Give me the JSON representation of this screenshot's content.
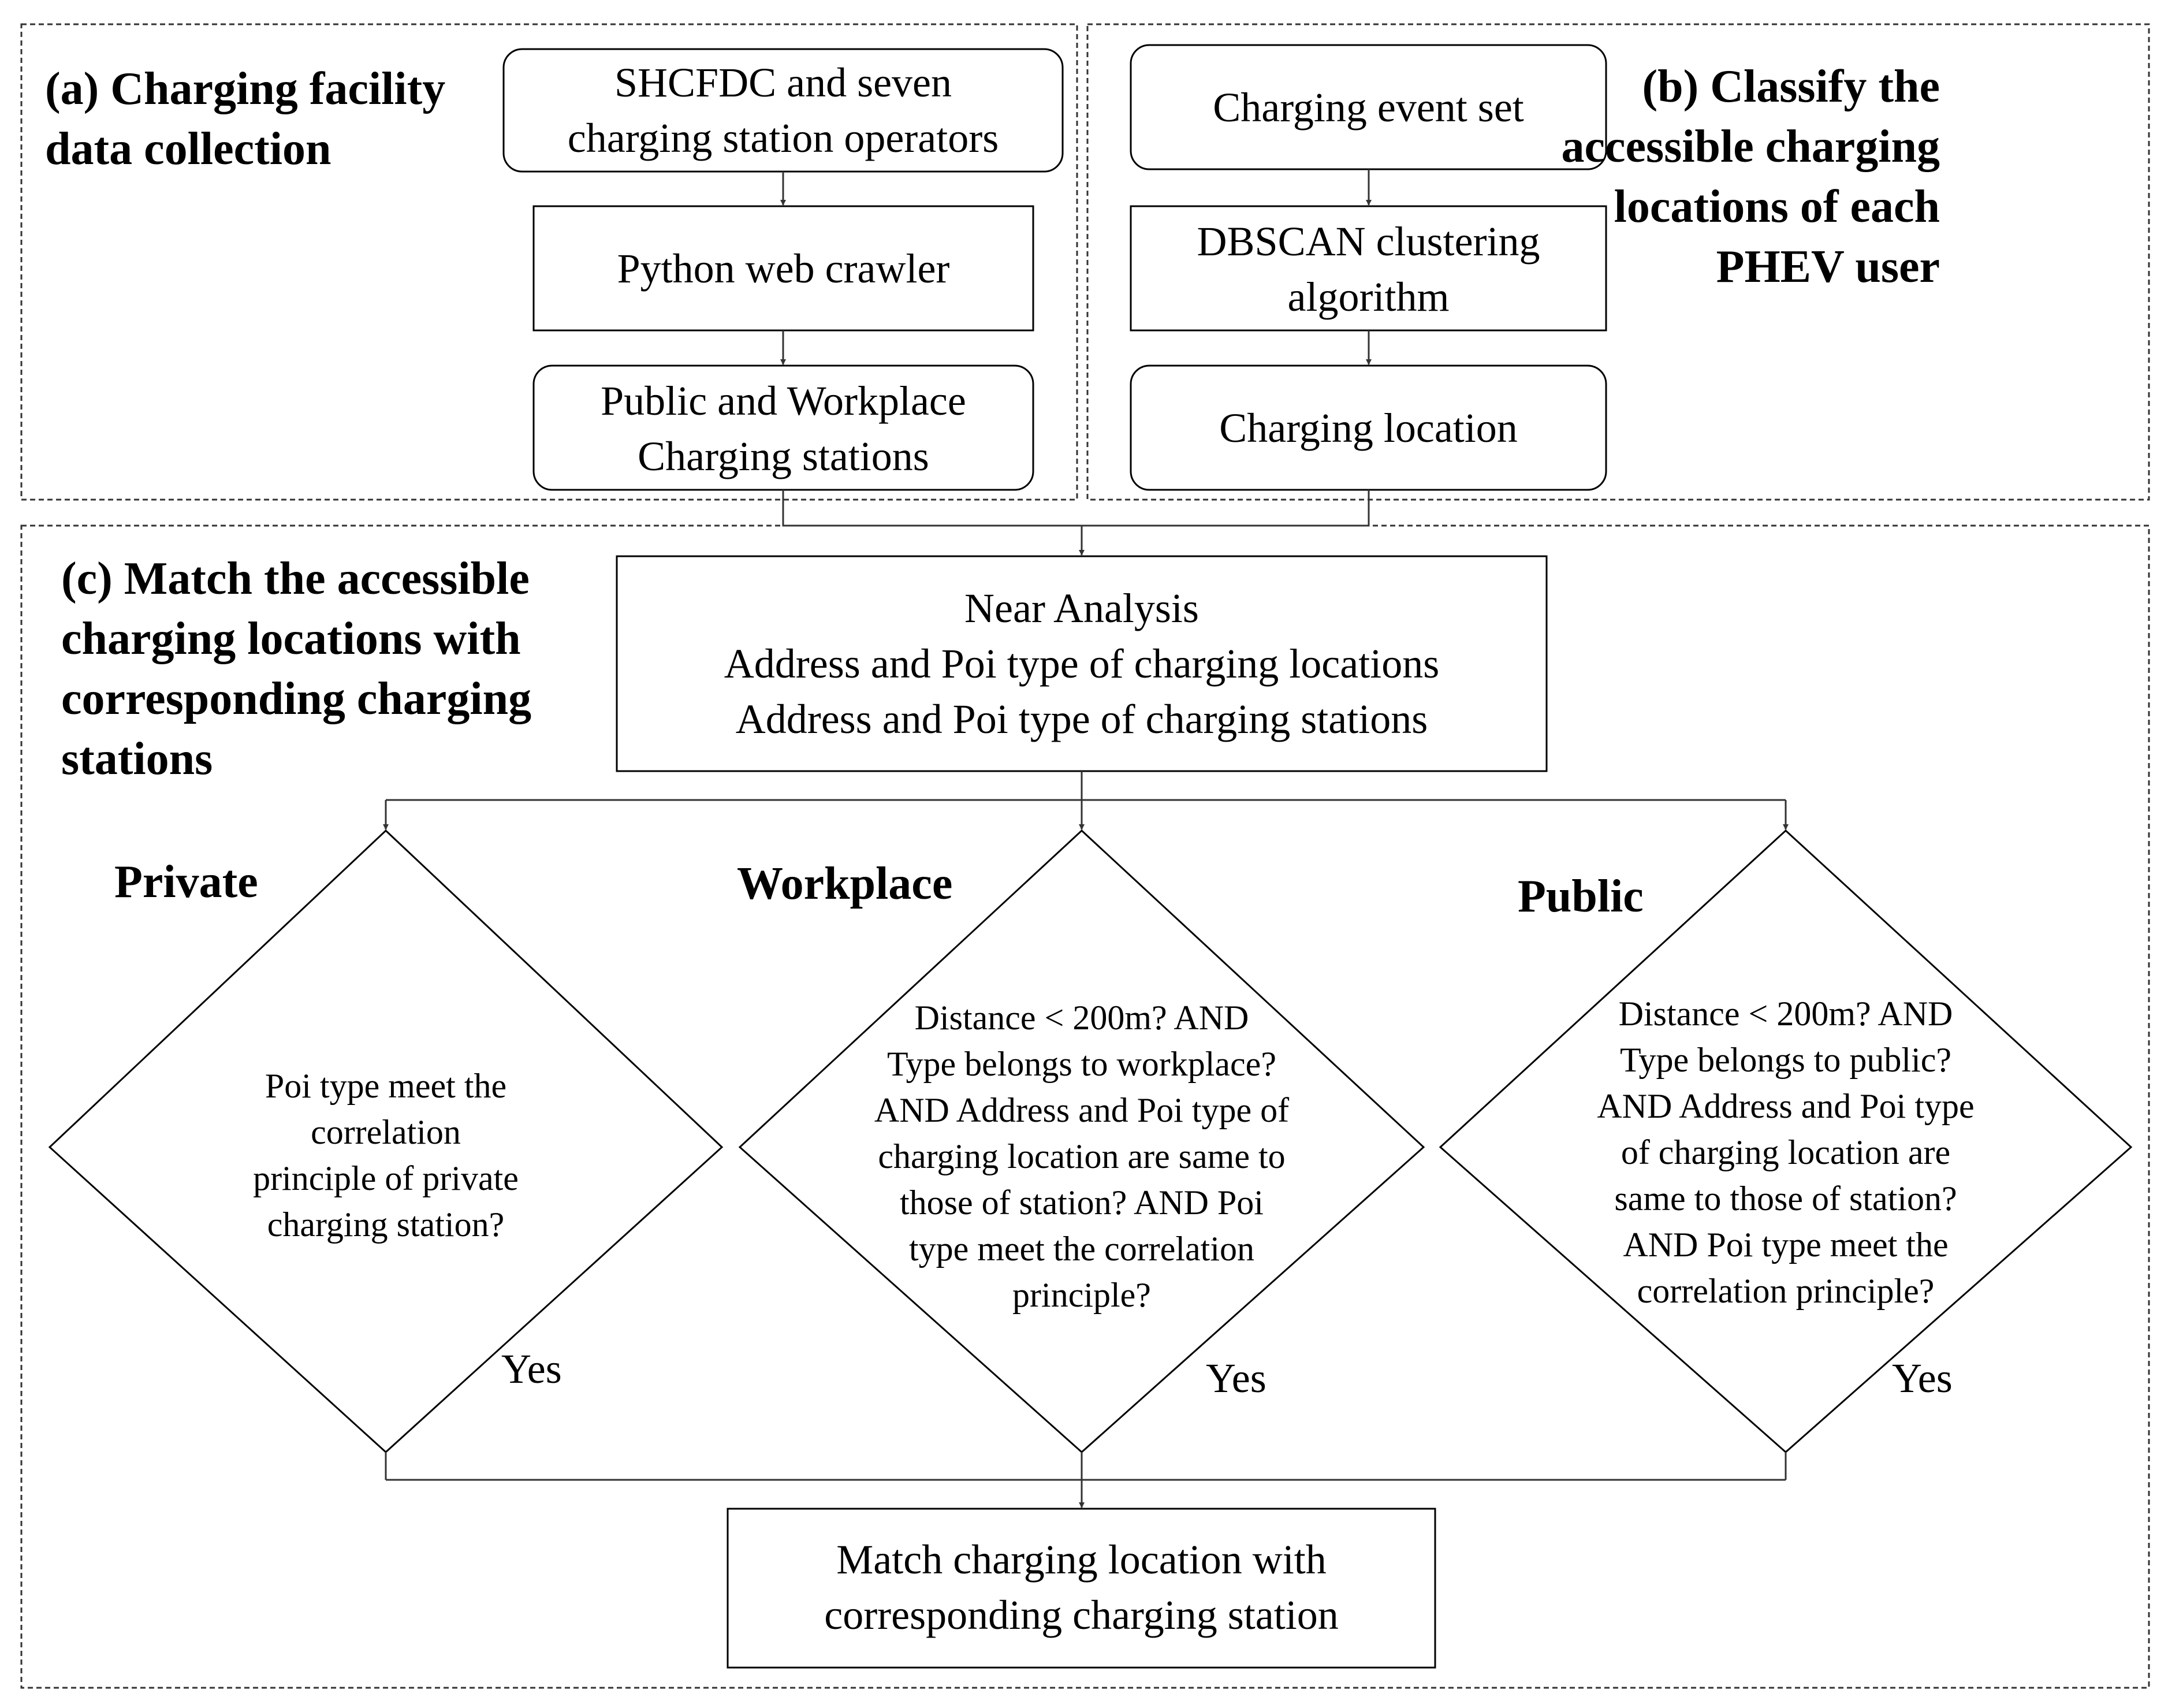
{
  "section_a": {
    "heading": [
      "(a) Charging facility",
      "data collection"
    ],
    "box1": [
      "SHCFDC and seven",
      "charging station operators"
    ],
    "box2": [
      "Python web crawler"
    ],
    "box3": [
      "Public and Workplace",
      "Charging stations"
    ]
  },
  "section_b": {
    "heading": [
      "(b) Classify the",
      "accessible charging",
      "locations of each",
      "PHEV user"
    ],
    "box1": [
      "Charging event set"
    ],
    "box2": [
      "DBSCAN clustering",
      "algorithm"
    ],
    "box3": [
      "Charging location"
    ]
  },
  "section_c": {
    "heading": [
      "(c) Match the accessible",
      "charging locations with",
      "corresponding charging",
      "stations"
    ],
    "near_box": [
      "Near Analysis",
      "Address and Poi type  of charging locations",
      "Address and Poi type of charging stations"
    ],
    "private": {
      "label": "Private",
      "condition": [
        "Poi type  meet the",
        "correlation",
        "principle of private",
        "charging station?"
      ],
      "yes": "Yes"
    },
    "workplace": {
      "label": "Workplace",
      "condition": [
        "Distance < 200m? AND",
        "Type belongs to workplace?",
        "AND Address and Poi type of",
        "charging location are same to",
        "those of station? AND Poi",
        "type meet the correlation",
        "principle?"
      ],
      "yes": "Yes"
    },
    "public": {
      "label": "Public",
      "condition": [
        "Distance < 200m? AND",
        "Type belongs to public?",
        "AND Address and Poi type",
        "of charging location are",
        "same to those of station?",
        "AND Poi type meet the",
        "correlation principle?"
      ],
      "yes": "Yes"
    },
    "match_box": [
      "Match charging location with",
      "corresponding charging station"
    ]
  }
}
